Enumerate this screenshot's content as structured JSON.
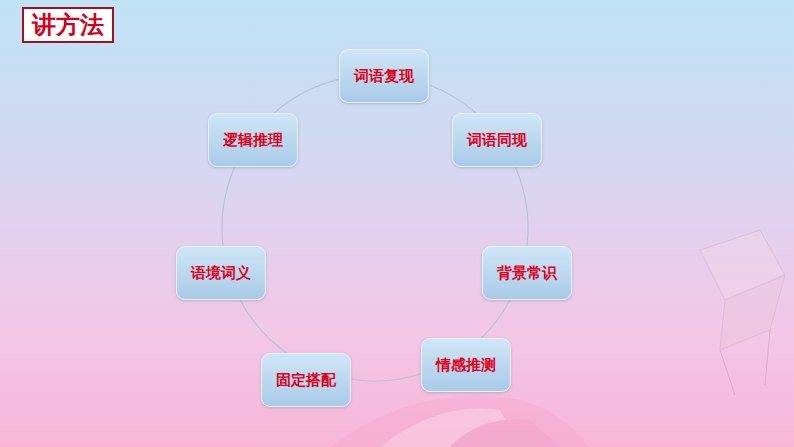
{
  "diagram": {
    "title": "讲方法",
    "nodes": [
      {
        "text": [
          "词语复现"
        ]
      },
      {
        "text": [
          "词语同现"
        ]
      },
      {
        "text": [
          "背景常识"
        ]
      },
      {
        "text": [
          "情感推测"
        ]
      },
      {
        "text": [
          "固定搭配"
        ]
      },
      {
        "text": [
          "语境词义"
        ]
      },
      {
        "text": [
          "逻辑推理"
        ]
      }
    ],
    "edges": [
      {
        "from": 0,
        "to": 1,
        "arrow": "none"
      },
      {
        "from": 1,
        "to": 2,
        "arrow": "none"
      },
      {
        "from": 2,
        "to": 3,
        "arrow": "none"
      },
      {
        "from": 3,
        "to": 4,
        "arrow": "none"
      },
      {
        "from": 4,
        "to": 5,
        "arrow": "none"
      },
      {
        "from": 5,
        "to": 6,
        "arrow": "none"
      },
      {
        "from": 6,
        "to": 0,
        "arrow": "none"
      }
    ]
  }
}
